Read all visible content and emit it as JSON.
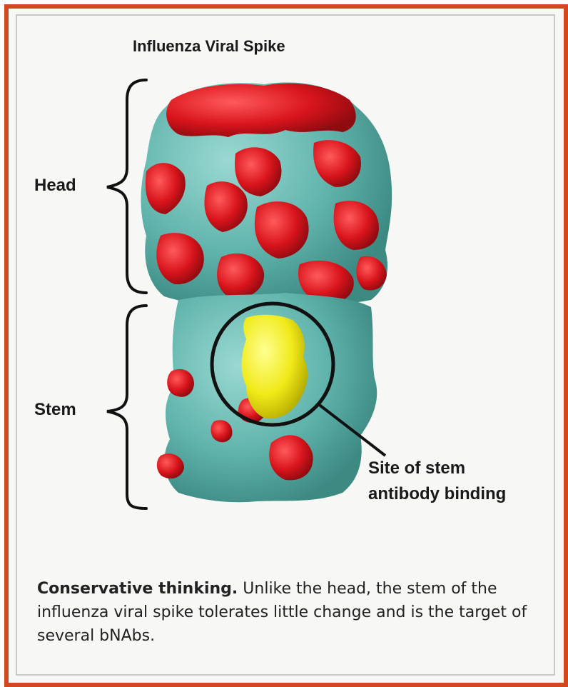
{
  "figure": {
    "title": "Influenza Viral Spike"
  },
  "labels": {
    "head": "Head",
    "stem": "Stem",
    "site_line1": "Site of stem",
    "site_line2": "antibody binding"
  },
  "caption": {
    "lead": "Conservative thinking.",
    "body": "Unlike the head, the stem of the influenza viral spike tolerates little change and is the target of several bNAbs."
  },
  "colors": {
    "frame": "#d2471e",
    "variable_region": "#d8141c",
    "conserved_region": "#5fb3ab",
    "binding_site": "#f0ea1a"
  }
}
